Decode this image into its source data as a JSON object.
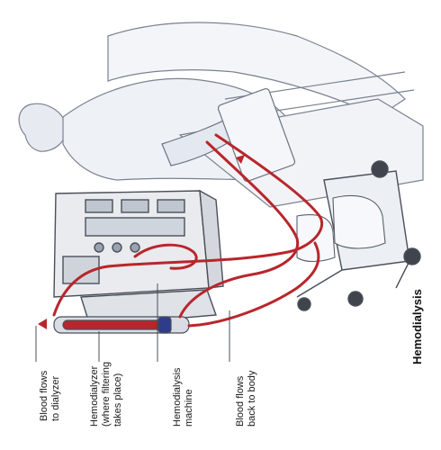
{
  "figure": {
    "title": "Hemodialysis",
    "colors": {
      "blood_line": "#b8262b",
      "outline": "#4a4f5a",
      "machine": "#e9ebee",
      "sketch_fill": "#dfe6ef",
      "label_text": "#1a1a1a"
    },
    "labels": {
      "blood_to_dialyzer": [
        "Blood flows",
        "to dialyzer"
      ],
      "hemodialyzer": [
        "Hemodialyzer",
        "(where filtering",
        "takes place)"
      ],
      "machine": [
        "Hemodialysis",
        "machine"
      ],
      "blood_to_body": [
        "Blood flows",
        "back to body"
      ]
    }
  }
}
